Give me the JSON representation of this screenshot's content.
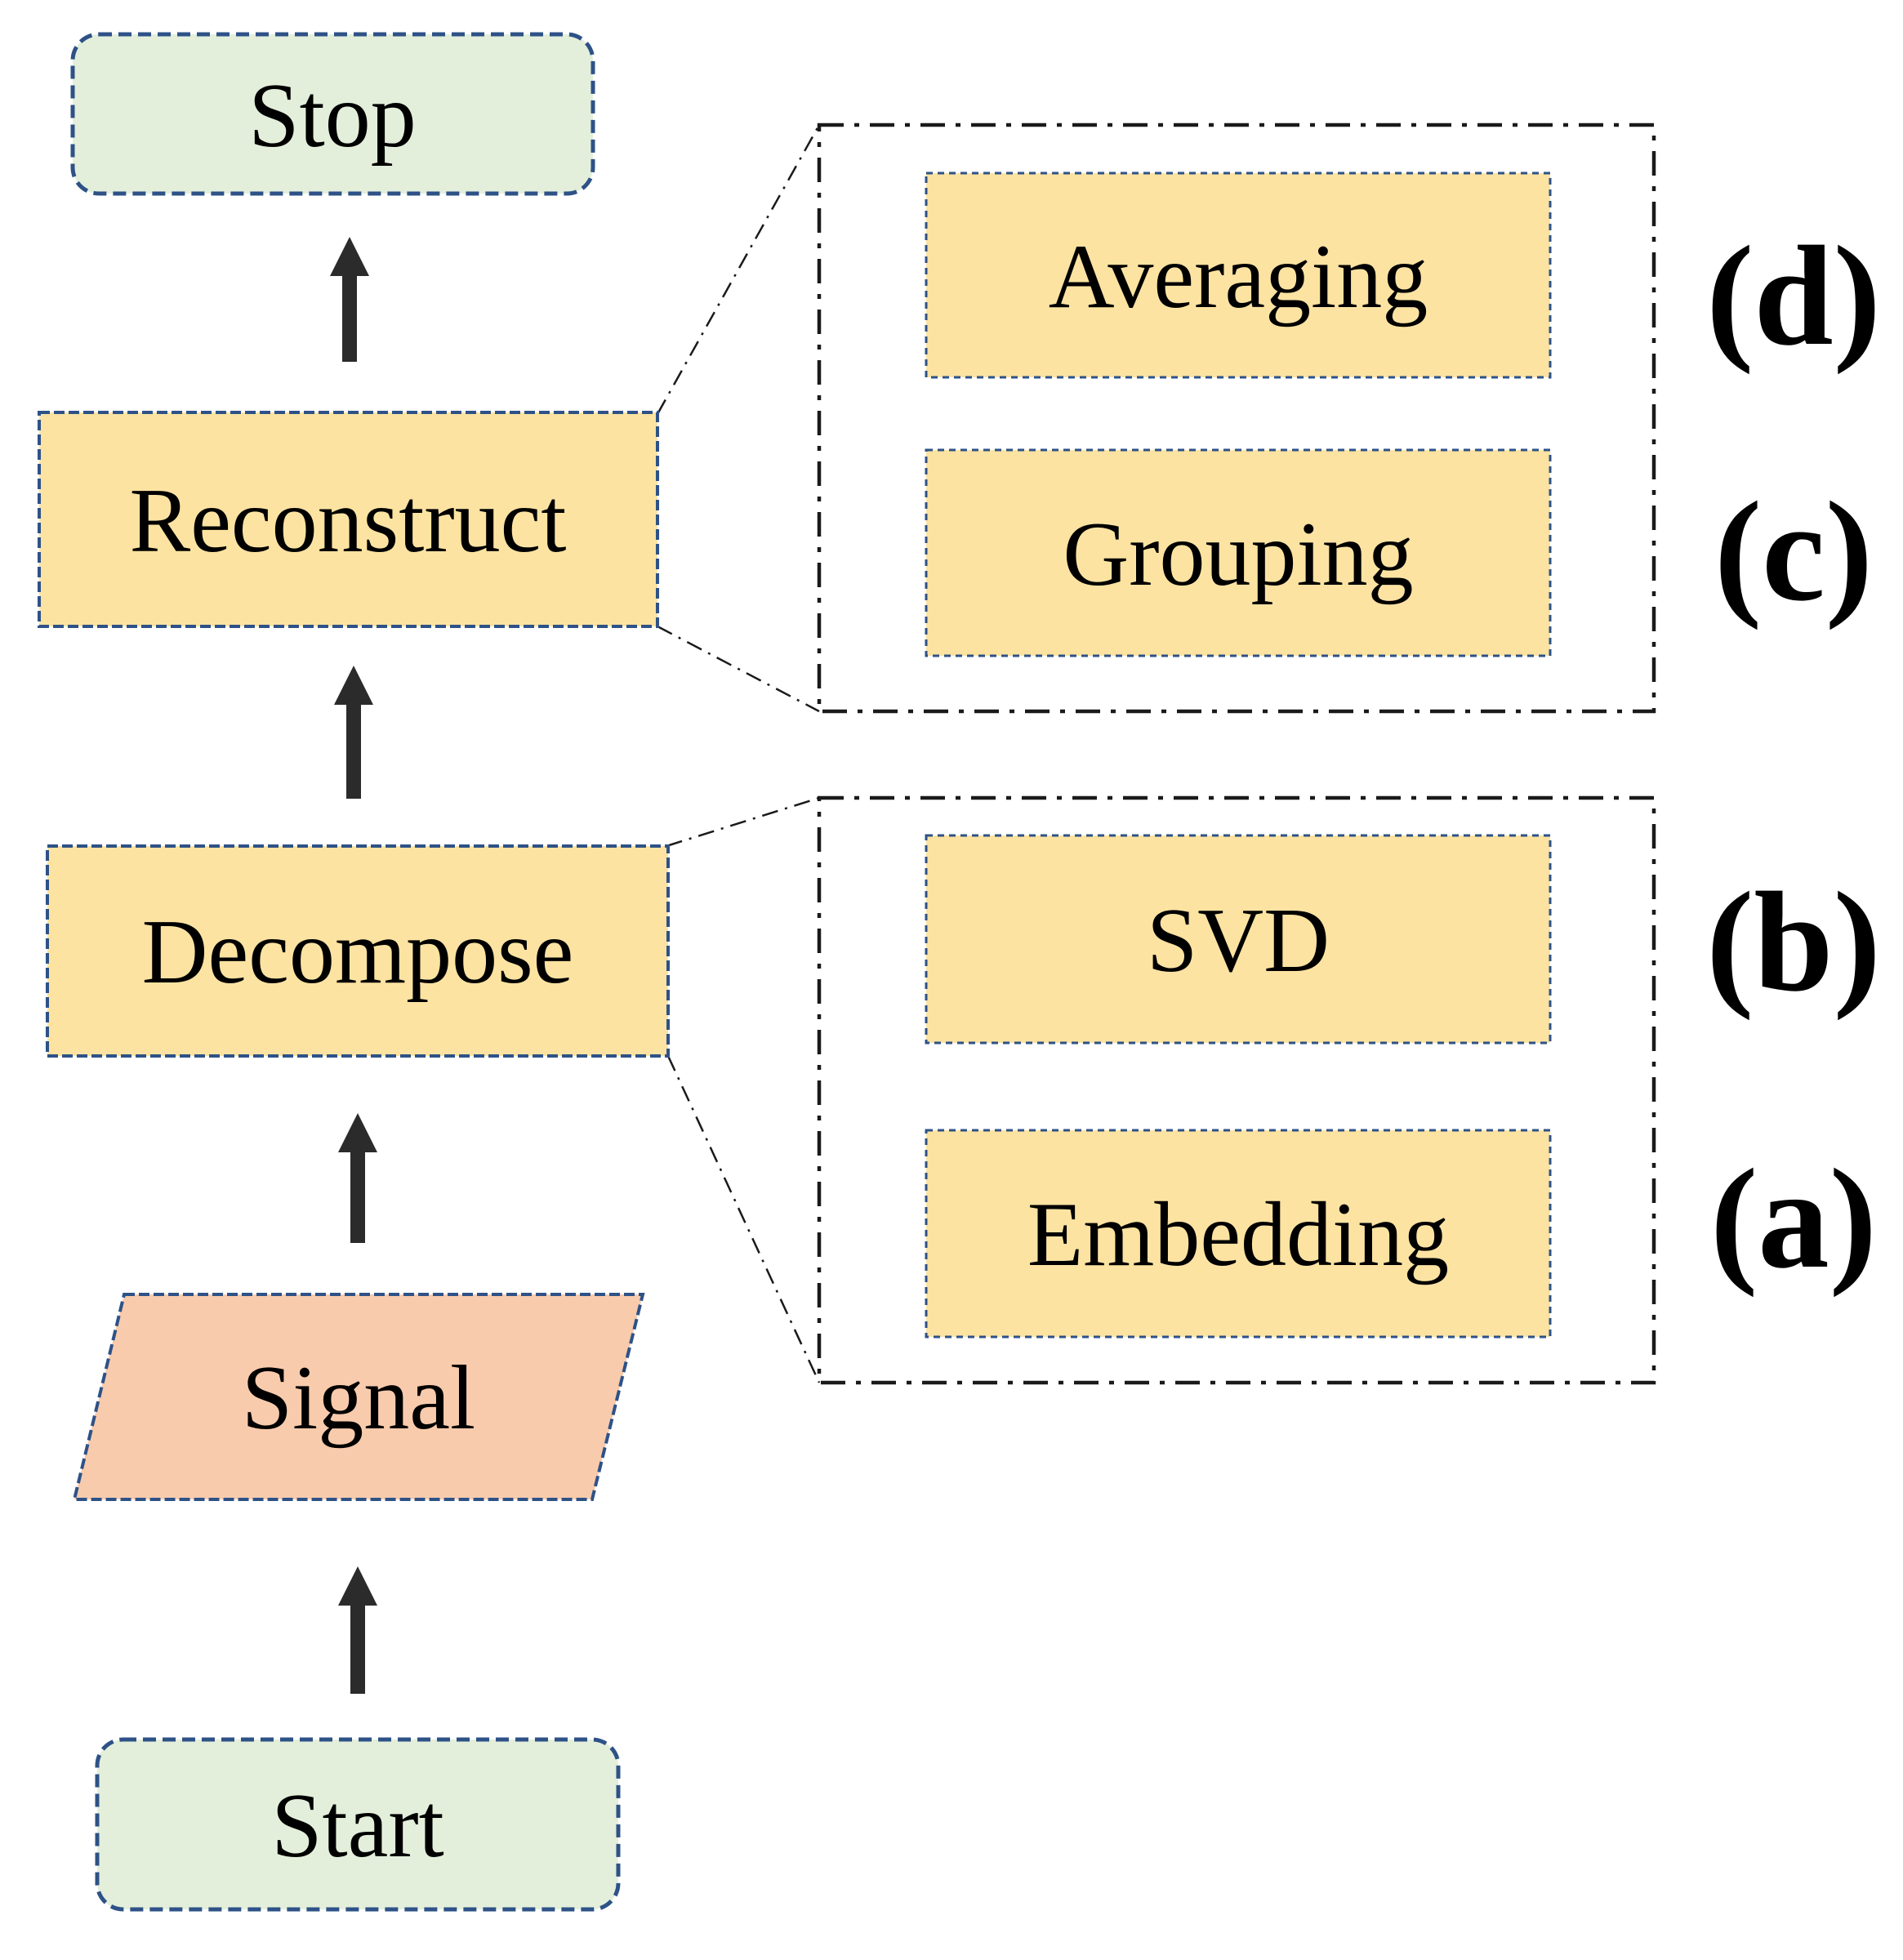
{
  "colors": {
    "background": "#FFFFFF",
    "terminator_fill": "#E3EFDB",
    "process_fill": "#FCE3A2",
    "io_fill": "#F8CBAD",
    "node_border": "#2E5287",
    "container_border": "#1A1A1A",
    "arrow_fill": "#2B2B2B",
    "text_color": "#000000"
  },
  "nodes": {
    "start": "Start",
    "signal": "Signal",
    "decompose": "Decompose",
    "reconstruct": "Reconstruct",
    "stop": "Stop"
  },
  "steps": {
    "embedding": "Embedding",
    "svd": "SVD",
    "grouping": "Grouping",
    "averaging": "Averaging"
  },
  "tags": {
    "a": "(a)",
    "b": "(b)",
    "c": "(c)",
    "d": "(d)"
  }
}
